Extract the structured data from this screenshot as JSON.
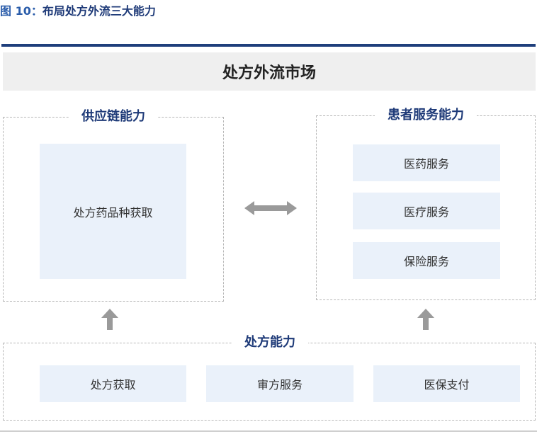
{
  "caption": {
    "prefix": "图 10：",
    "title": "布局处方外流三大能力"
  },
  "market": {
    "label": "处方外流市场"
  },
  "supply": {
    "title": "供应链能力",
    "item": "处方药品种获取"
  },
  "patient": {
    "title": "患者服务能力",
    "items": [
      "医药服务",
      "医疗服务",
      "保险服务"
    ]
  },
  "prescription": {
    "title": "处方能力",
    "items": [
      "处方获取",
      "审方服务",
      "医保支付"
    ]
  },
  "colors": {
    "accent": "#1e3a78",
    "cell_bg": "#eaf1fa",
    "arrow": "#9a9a9a"
  }
}
